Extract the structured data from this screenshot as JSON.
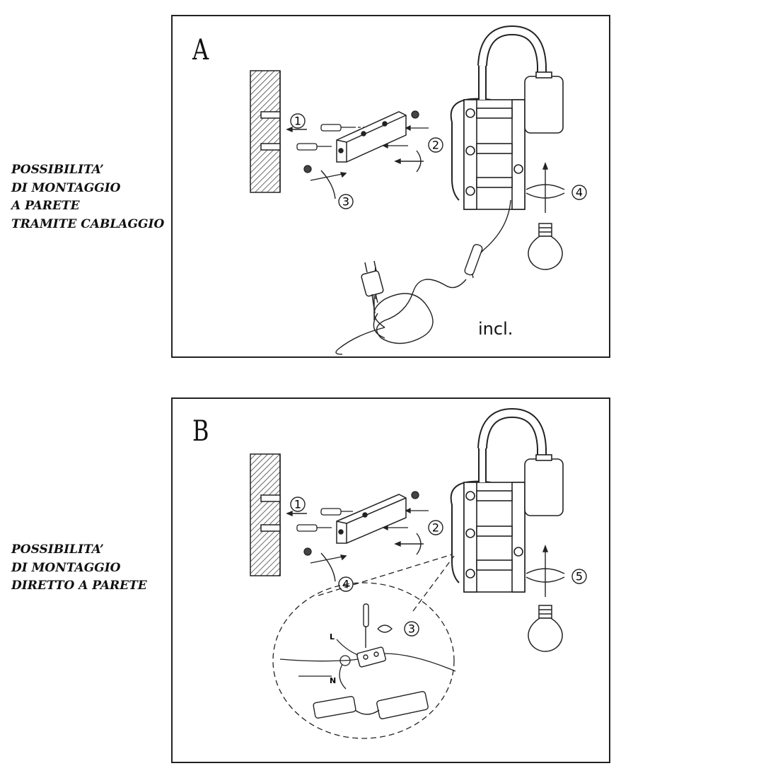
{
  "labels": {
    "a": [
      "POSSIBILITA’",
      "DI MONTAGGIO",
      "A PARETE",
      "TRAMITE CABLAGGIO"
    ],
    "b": [
      "POSSIBILITA’",
      "DI MONTAGGIO",
      "DIRETTO A PARETE"
    ]
  },
  "panel_a": {
    "letter": "A",
    "steps": [
      "1",
      "2",
      "3",
      "4"
    ],
    "included_text": "incl."
  },
  "panel_b": {
    "letter": "B",
    "steps": [
      "1",
      "2",
      "3",
      "4",
      "5"
    ],
    "wire_labels": [
      "L",
      "N"
    ]
  },
  "colors": {
    "line": "#222222",
    "background": "#ffffff"
  }
}
